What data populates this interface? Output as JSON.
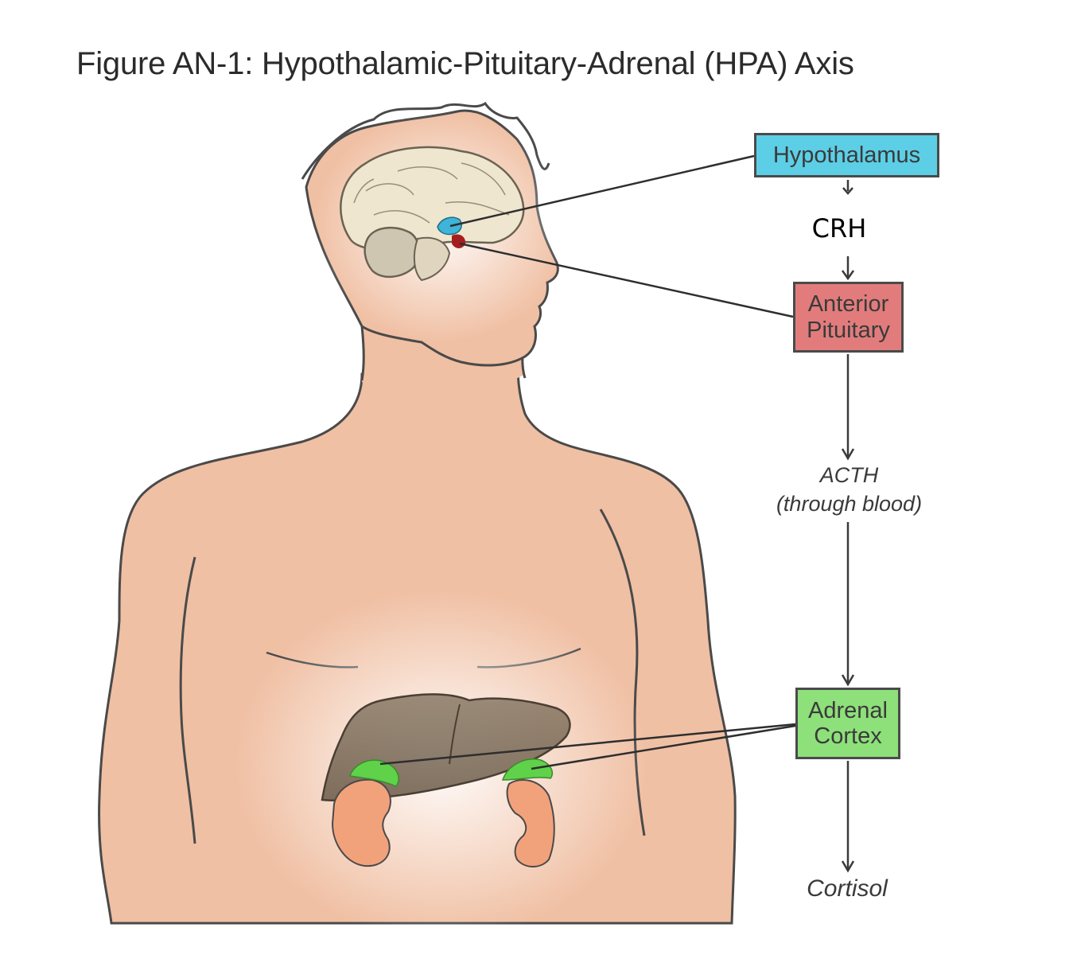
{
  "title": "Figure AN-1: Hypothalamic-Pituitary-Adrenal (HPA) Axis",
  "nodes": {
    "hypothalamus": "Hypothalamus",
    "anterior_pituitary_line1": "Anterior",
    "anterior_pituitary_line2": "Pituitary",
    "adrenal_cortex_line1": "Adrenal",
    "adrenal_cortex_line2": "Cortex"
  },
  "flow_labels": {
    "crh": "CRH",
    "acth": "ACTH",
    "acth_note": "(through blood)",
    "cortisol": "Cortisol"
  },
  "colors": {
    "hypothalamus": "#5ccfe6",
    "anterior_pituitary": "#e27c7c",
    "adrenal_cortex": "#8ee07a",
    "skin": "#f0c0a4",
    "outline": "#4a4a4a"
  }
}
